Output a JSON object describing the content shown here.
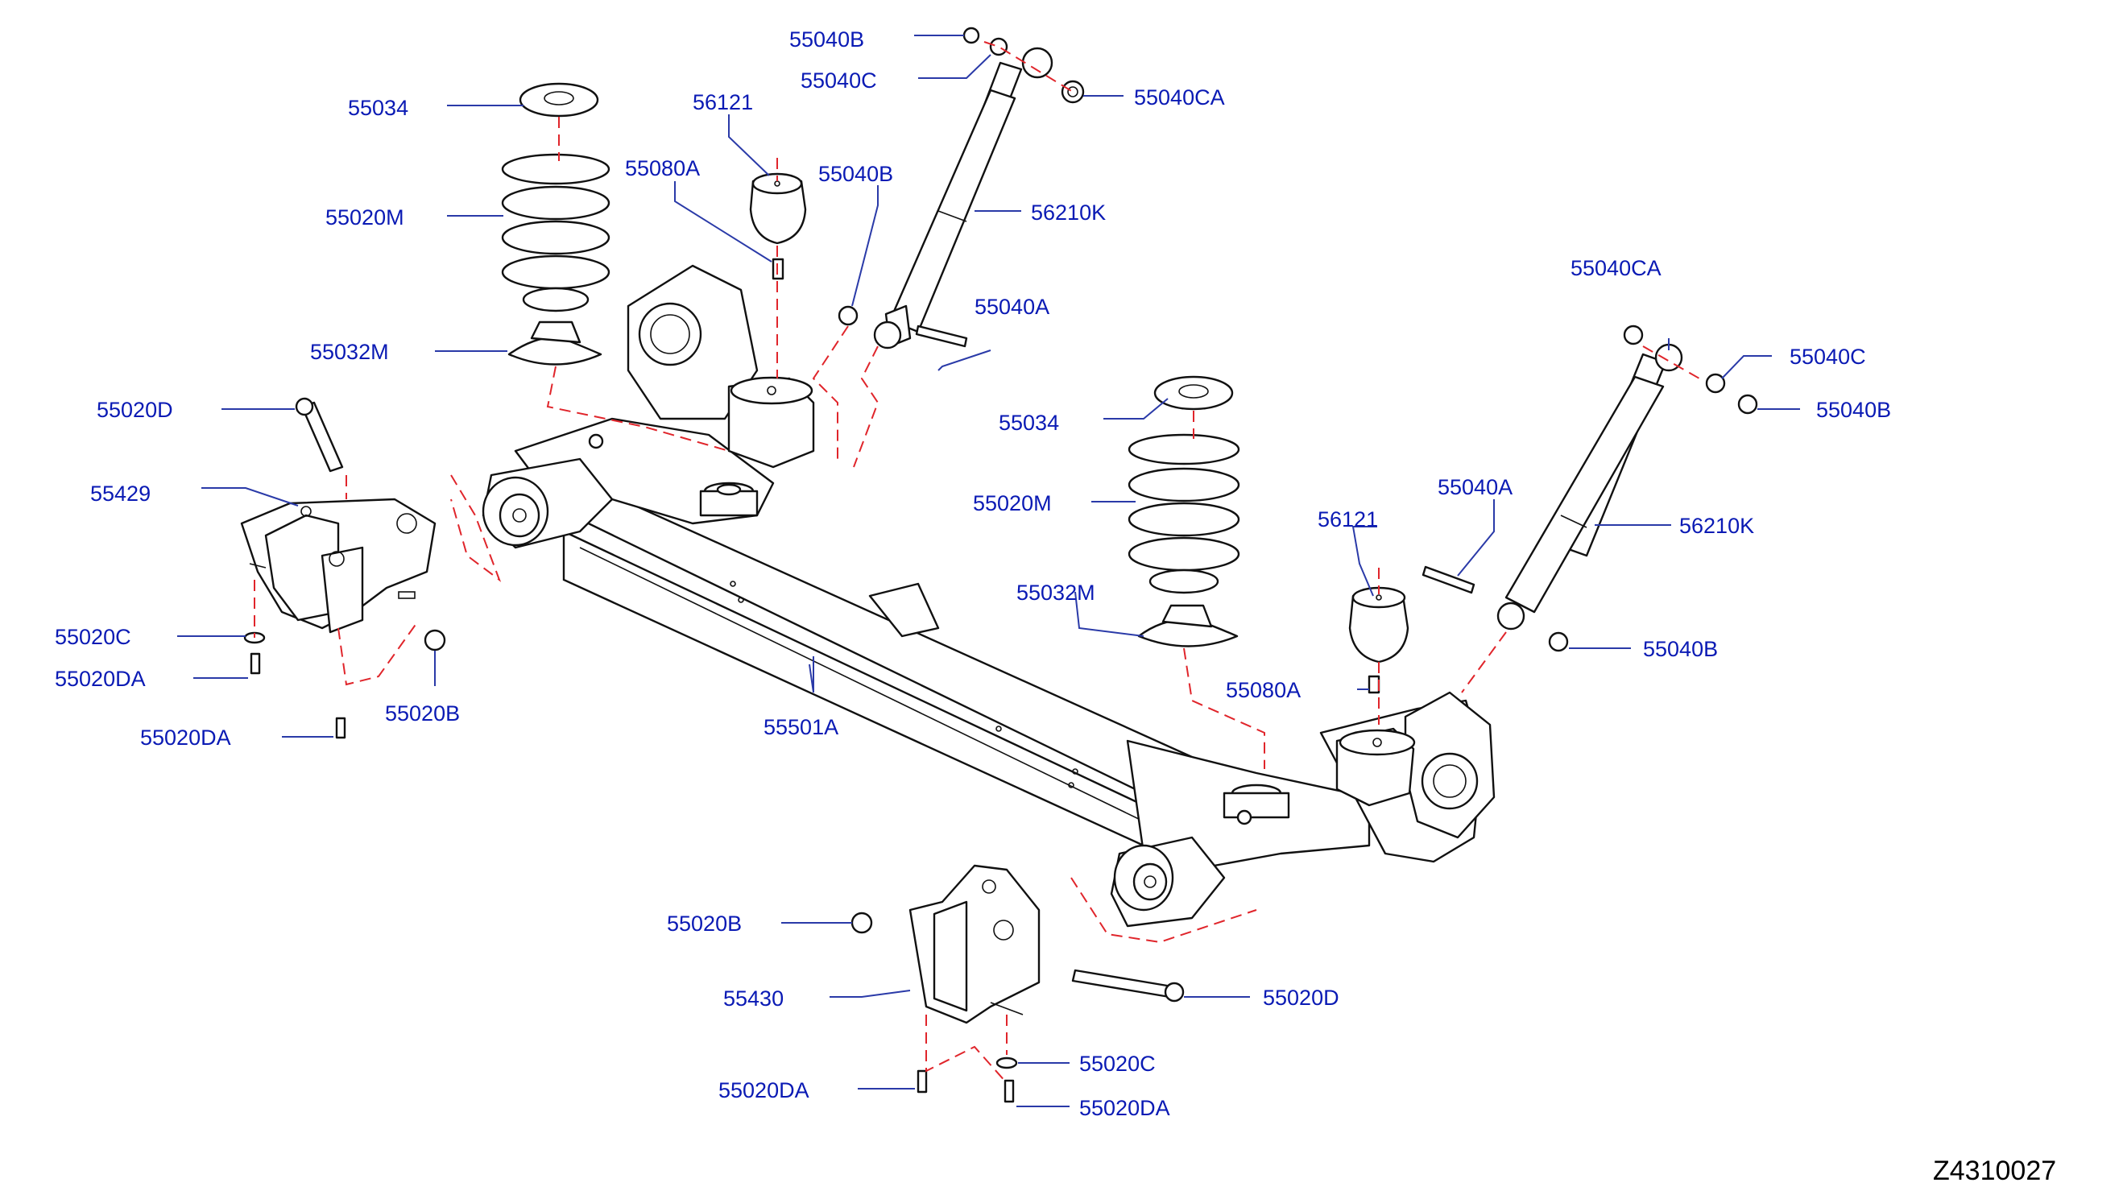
{
  "diagram": {
    "reference_code": "Z4310027",
    "labels": {
      "l01": "55040B",
      "l02": "55040C",
      "l03": "55040CA",
      "l04": "55034",
      "l05": "56121",
      "l06": "55080A",
      "l07": "55040B",
      "l08": "56210K",
      "l09": "55020M",
      "l10": "55032M",
      "l11": "55040A",
      "l12": "55040CA",
      "l13": "55040C",
      "l14": "55040B",
      "l15": "55020D",
      "l16": "55034",
      "l17": "55429",
      "l18": "55020M",
      "l19": "55040A",
      "l20": "56121",
      "l21": "56210K",
      "l22": "55032M",
      "l23": "55020C",
      "l24": "55020DA",
      "l25": "55040B",
      "l26": "55020B",
      "l27": "55080A",
      "l28": "55501A",
      "l29": "55020DA",
      "l30": "55020B",
      "l31": "55430",
      "l32": "55020D",
      "l33": "55020C",
      "l34": "55020DA",
      "l35": "55020DA"
    }
  }
}
